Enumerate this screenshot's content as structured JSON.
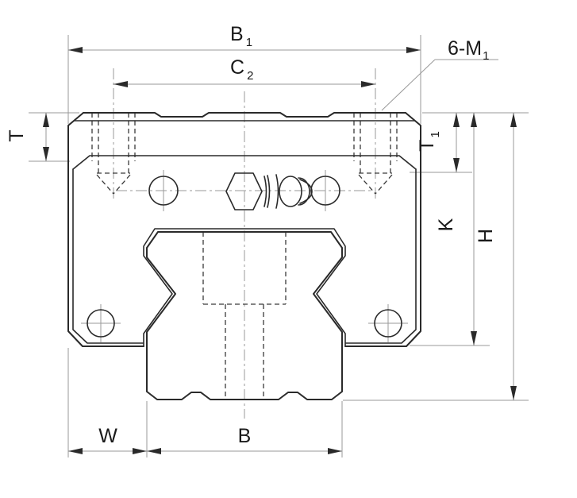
{
  "labels": {
    "b1": {
      "main": "B",
      "sub": "1"
    },
    "c2": {
      "main": "C",
      "sub": "2"
    },
    "m1_callout": {
      "main": "6-M",
      "sub": "1"
    },
    "t": {
      "main": "T"
    },
    "t1": {
      "main": "T",
      "sub": "1"
    },
    "k": {
      "main": "K"
    },
    "h": {
      "main": "H"
    },
    "w": {
      "main": "W"
    },
    "b": {
      "main": "B"
    }
  },
  "colors": {
    "background": "#ffffff",
    "outline": "#2a2a2a",
    "thin_line": "#999999",
    "hidden_line": "#3a3a3a",
    "center_line": "#9a9a9a",
    "text": "#1a1a1a"
  }
}
